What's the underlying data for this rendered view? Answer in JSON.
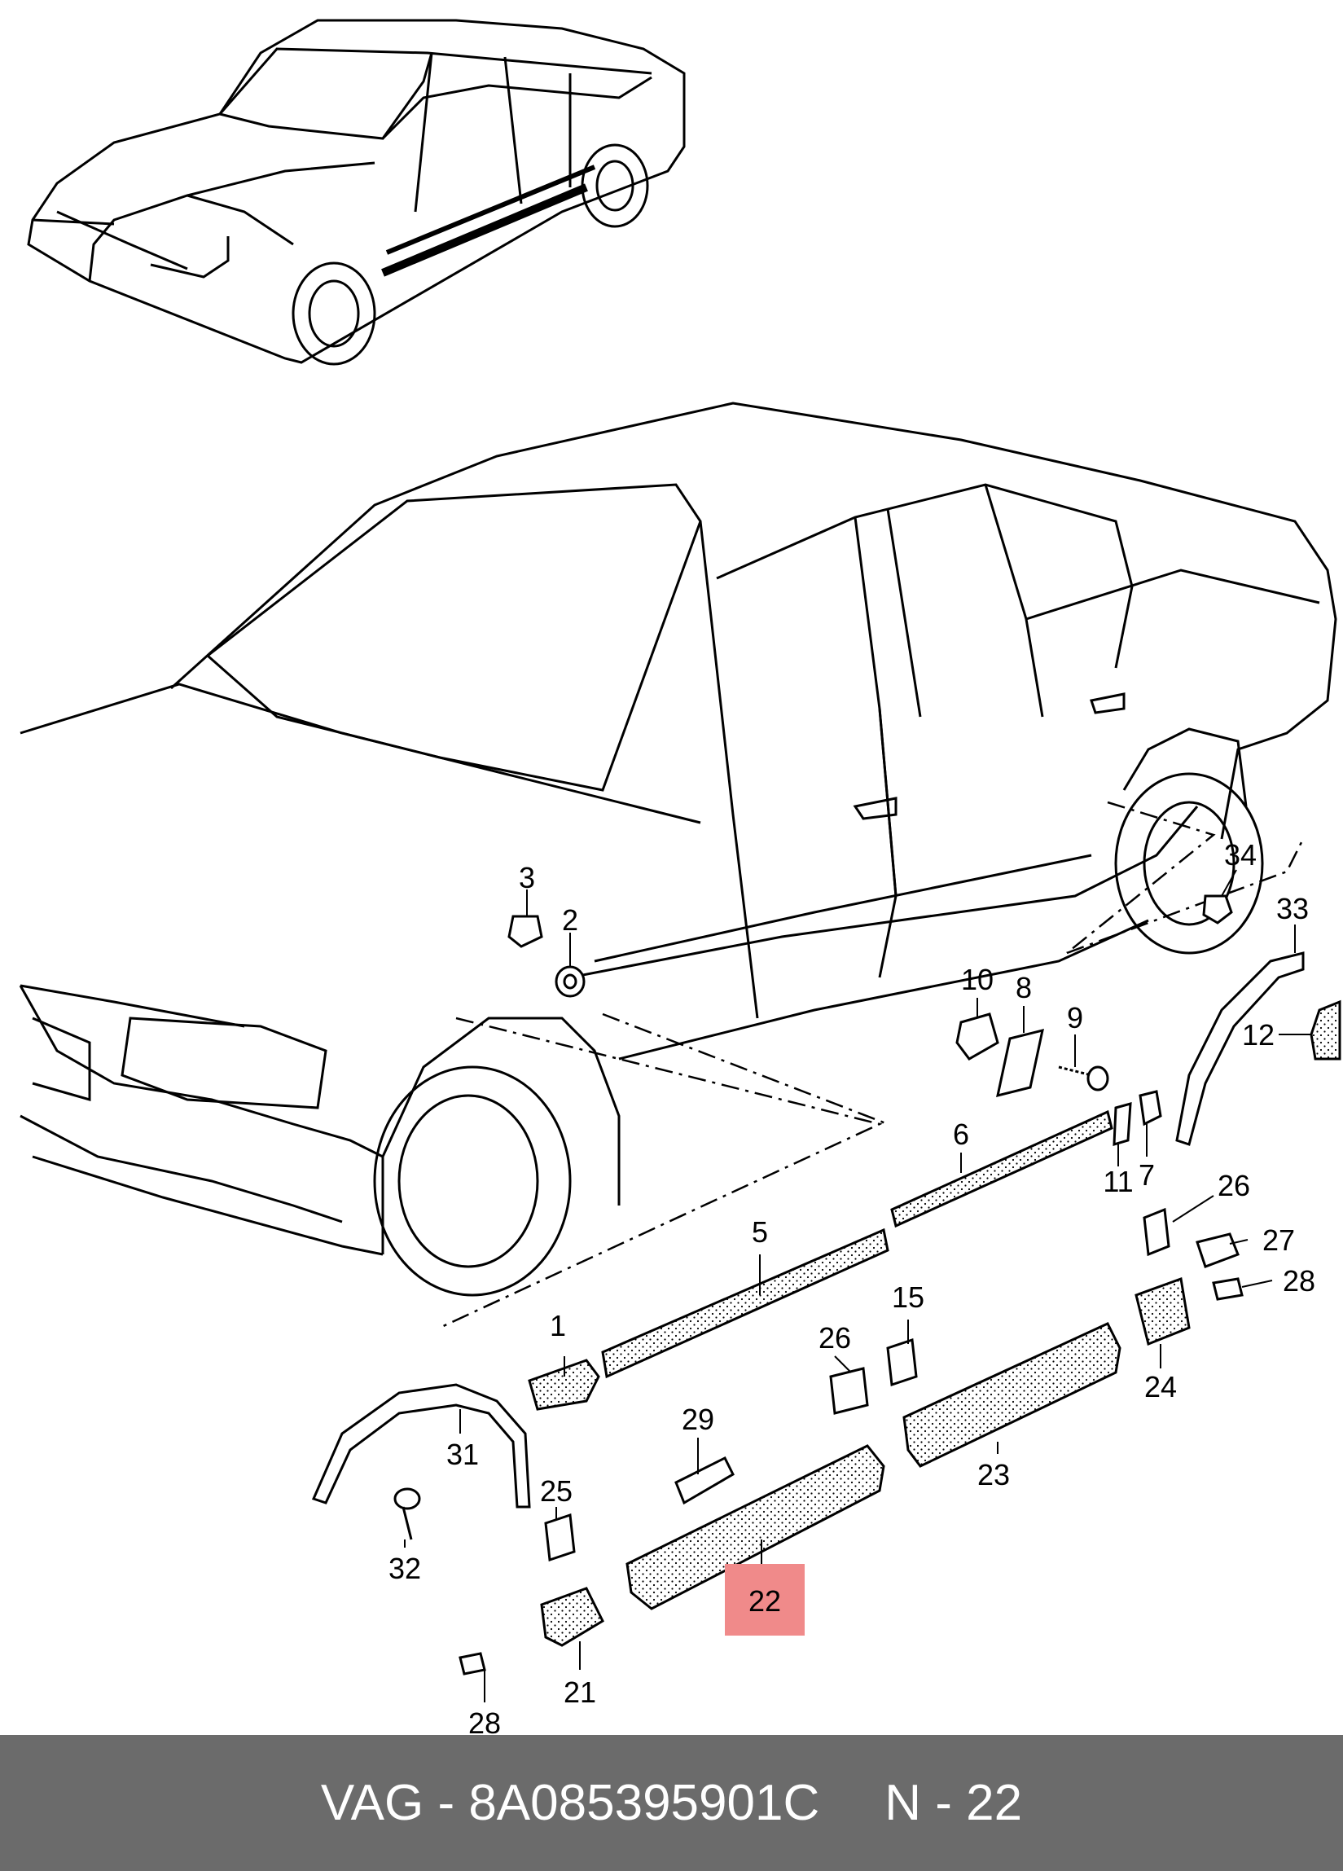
{
  "diagram": {
    "labels": [
      "1",
      "2",
      "3",
      "5",
      "6",
      "7",
      "8",
      "9",
      "10",
      "11",
      "12",
      "15",
      "21",
      "22",
      "23",
      "24",
      "25",
      "26",
      "26",
      "27",
      "28",
      "28",
      "29",
      "31",
      "32",
      "33",
      "34"
    ],
    "highlighted_part": "22",
    "highlight_color": "#f08a8a"
  },
  "footer": {
    "brand": "VAG - 8A085395901C",
    "position": "N - 22",
    "background": "#6b6b6b"
  }
}
